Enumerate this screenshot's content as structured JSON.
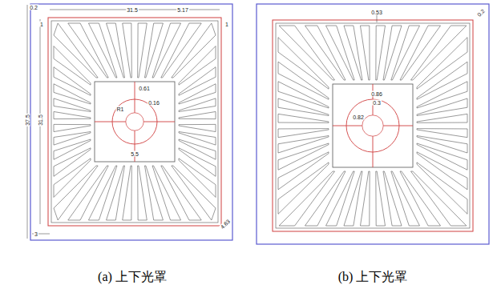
{
  "diagram": {
    "labels": [
      "0.2",
      "1",
      "31.5",
      "5.17",
      "1",
      "37.5",
      "31.5",
      "0.61",
      "0.16",
      "R1",
      "5.5",
      "3",
      "4.63",
      "0.53",
      "0.2",
      "0.86",
      "0.3",
      "0.82",
      "(a) 上下光罩",
      "(b) 上下光罩"
    ]
  }
}
